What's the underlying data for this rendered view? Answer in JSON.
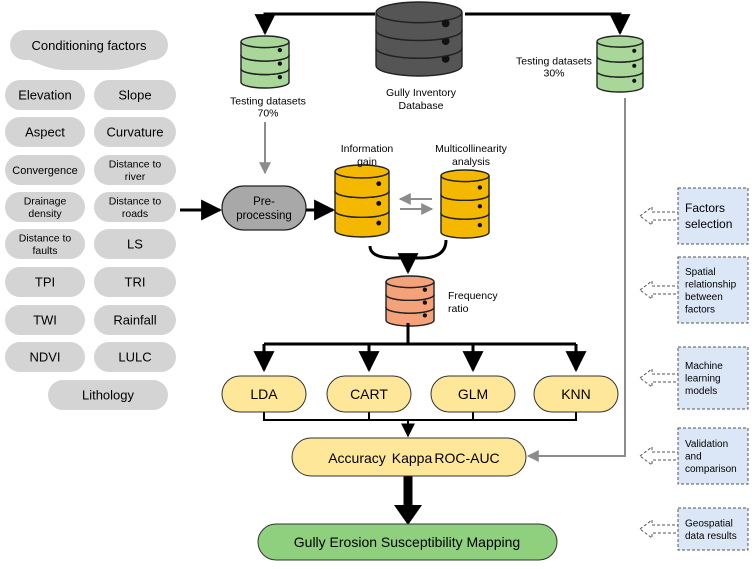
{
  "conditioning": {
    "title": "Conditioning factors",
    "factors": [
      [
        "Elevation"
      ],
      [
        "Slope"
      ],
      [
        "Aspect"
      ],
      [
        "Curvature"
      ],
      [
        "Convergence"
      ],
      [
        "Distance to",
        "river"
      ],
      [
        "Drainage",
        "density"
      ],
      [
        "Distance to",
        "roads"
      ],
      [
        "Distance to",
        "faults"
      ],
      [
        "LS"
      ],
      [
        "TPI"
      ],
      [
        "TRI"
      ],
      [
        "TWI"
      ],
      [
        "Rainfall"
      ],
      [
        "NDVI"
      ],
      [
        "LULC"
      ],
      [
        "Lithology"
      ]
    ]
  },
  "database": {
    "inventory": [
      "Gully Inventory",
      "Database"
    ],
    "train": [
      "Testing datasets",
      "70%"
    ],
    "test": [
      "Testing datasets",
      "30%"
    ]
  },
  "process": {
    "preprocessing": [
      "Pre-",
      "processing"
    ],
    "info_gain": [
      "Information",
      "gain"
    ],
    "multicollinearity": [
      "Multicollinearity",
      "analysis"
    ],
    "frequency_ratio": [
      "Frequency",
      "ratio"
    ]
  },
  "models": [
    "LDA",
    "CART",
    "GLM",
    "KNN"
  ],
  "metrics": [
    "Accuracy",
    "Kappa",
    "ROC-AUC"
  ],
  "output": "Gully Erosion Susceptibility Mapping",
  "stages": [
    [
      "Factors",
      "selection"
    ],
    [
      "Spatial",
      "relationship",
      "between",
      "factors"
    ],
    [
      "Machine",
      "learning",
      "models"
    ],
    [
      "Validation",
      "and",
      "comparison"
    ],
    [
      "Geospatial",
      "data results"
    ]
  ],
  "colors": {
    "pill": "#d4d4d4",
    "green": "#a9d79a",
    "yellow": "#f4b800",
    "salmon": "#f4a27a",
    "model": "#ffe79a",
    "output": "#8fd07e",
    "stage": "#dbe7f7",
    "db_dark": "#555555"
  }
}
